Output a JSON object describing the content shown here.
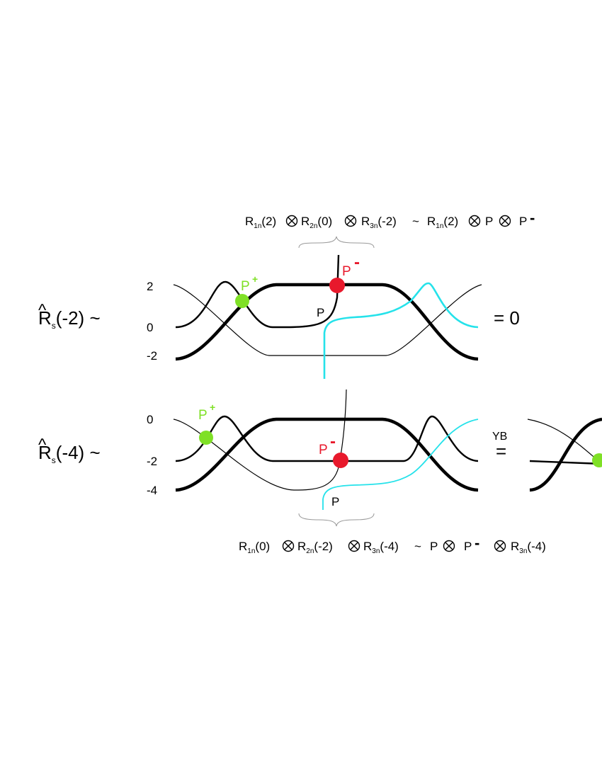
{
  "colors": {
    "black": "#000000",
    "green": "#7fe026",
    "red": "#e8192c",
    "cyan": "#25e2ea"
  },
  "top": {
    "formula": {
      "r1": "R",
      "r1_sub": "1n",
      "r1_arg": "(2)",
      "r2": "R",
      "r2_sub": "2n",
      "r2_arg": "(0)",
      "r3": "R",
      "r3_sub": "3n",
      "r3_arg": "(-2)",
      "tilde": "~",
      "r4": "R",
      "r4_sub": "1n",
      "r4_arg": "(2)",
      "p": "P",
      "pminus": "P",
      "minus_sup": "-"
    },
    "lhs": {
      "hat": "^",
      "r": "R",
      "sub": "s",
      "arg": "(-2) ~"
    },
    "ticks": [
      "2",
      "0",
      "-2"
    ],
    "p_plus": {
      "p": "P",
      "sup": "+"
    },
    "p_minus": {
      "p": "P",
      "sup": "-"
    },
    "p_label": "P",
    "rhs": "= 0"
  },
  "bottom": {
    "formula": {
      "r1": "R",
      "r1_sub": "1n",
      "r1_arg": "(0)",
      "r2": "R",
      "r2_sub": "2n",
      "r2_arg": "(-2)",
      "r3": "R",
      "r3_sub": "3n",
      "r3_arg": "(-4)",
      "tilde": "~",
      "p": "P",
      "pminus": "P",
      "minus_sup": "-",
      "r4": "R",
      "r4_sub": "3n",
      "r4_arg": "(-4)"
    },
    "lhs": {
      "hat": "^",
      "r": "R",
      "sub": "s",
      "arg": "(-4) ~"
    },
    "ticks": [
      "0",
      "-2",
      "-4"
    ],
    "p_plus": {
      "p": "P",
      "sup": "+"
    },
    "p_minus": {
      "p": "P",
      "sup": "-"
    },
    "p_label": "P",
    "yb": "YB",
    "equals": "="
  }
}
